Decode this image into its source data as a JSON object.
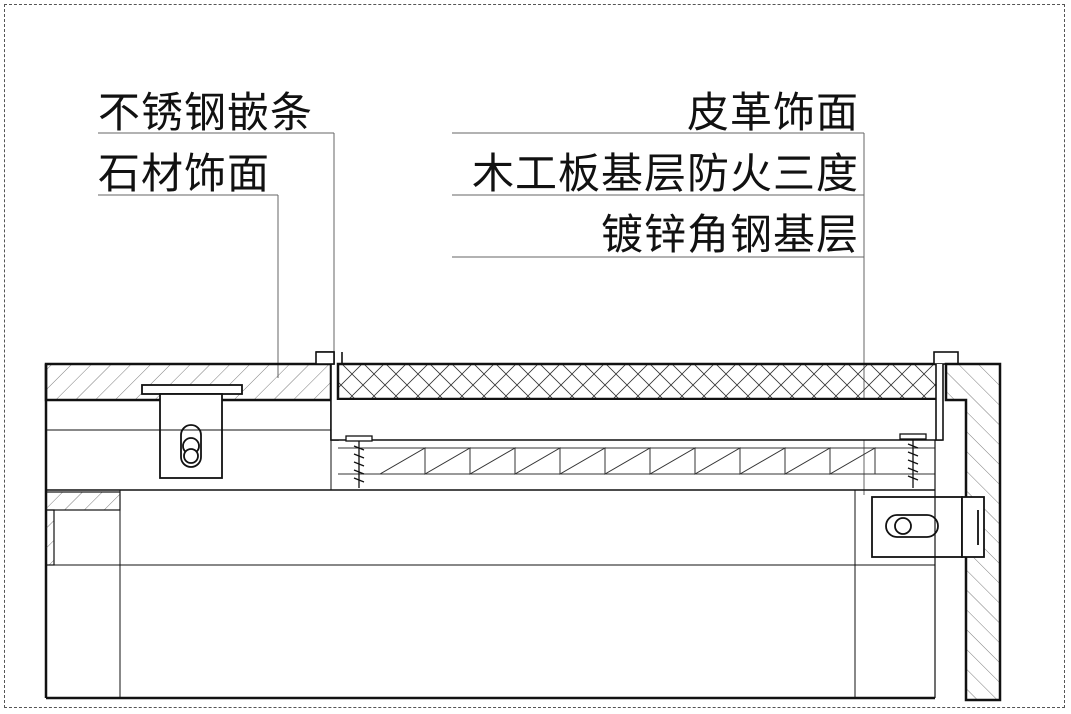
{
  "labels": {
    "left": [
      "不锈钢嵌条",
      "石材饰面"
    ],
    "right": [
      "皮革饰面",
      "木工板基层防火三度",
      "镀锌角钢基层"
    ]
  },
  "colors": {
    "line": "#111111",
    "leader": "#666666",
    "hatch": "#333333",
    "background": "#ffffff"
  }
}
